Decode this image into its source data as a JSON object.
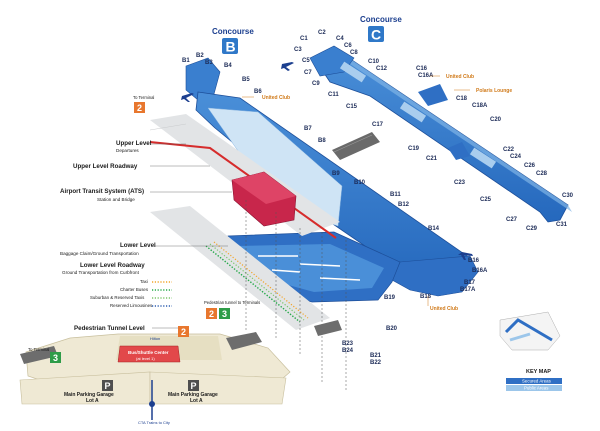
{
  "concourse_b": {
    "title": "Concourse",
    "letter": "B"
  },
  "concourse_c": {
    "title": "Concourse",
    "letter": "C"
  },
  "gates_b": [
    "B1",
    "B2",
    "B3",
    "B4",
    "B5",
    "B6",
    "B7",
    "B8",
    "B9",
    "B10",
    "B11",
    "B12",
    "B14",
    "B16",
    "B16A",
    "B17",
    "B17A",
    "B18",
    "B19",
    "B20",
    "B21",
    "B22",
    "B23",
    "B24"
  ],
  "gates_c": [
    "C1",
    "C2",
    "C3",
    "C4",
    "C5",
    "C6",
    "C7",
    "C8",
    "C9",
    "C10",
    "C11",
    "C12",
    "C15",
    "C16",
    "C16A",
    "C17",
    "C18",
    "C18A",
    "C19",
    "C20",
    "C21",
    "C22",
    "C23",
    "C24",
    "C25",
    "C26",
    "C27",
    "C28",
    "C29",
    "C30",
    "C31"
  ],
  "clubs": {
    "b_united": "United Club",
    "c_united": "United Club",
    "c_polaris": "Polaris Lounge",
    "lower_united": "United Club"
  },
  "left_labels": {
    "to_terminal_top": "To Terminal",
    "terminal_2_top": "2",
    "upper_level": "Upper Level",
    "departures": "Departures",
    "upper_roadway": "Upper Level Roadway",
    "ats": "Airport Transit System (ATS)",
    "ats_sub": "Station and Bridge",
    "lower_level": "Lower Level",
    "lower_sub": "Baggage Claim/Ground Transportation",
    "lower_roadway": "Lower Level Roadway",
    "lower_roadway_sub": "Ground Transportation from Curbfront",
    "pedestrian_tunnel": "Pedestrian Tunnel Level",
    "tunnel_to_terminals": "Pedestrian tunnel to Terminals",
    "tunnel_2": "2",
    "tunnel_3": "3",
    "to_terminal_left": "To Terminal",
    "terminal_3_left": "3",
    "tunnel_right_2": "2"
  },
  "transport_legend": [
    {
      "label": "Taxi",
      "color": "#f2a52a"
    },
    {
      "label": "Charter Buses",
      "color": "#27a94a"
    },
    {
      "label": "Suburban & Reserved Taxis",
      "color": "#7cc56a"
    },
    {
      "label": "Reserved Limousines",
      "color": "#2f5fb0"
    }
  ],
  "tunnel": {
    "bus_shuttle": "Bus/Shuttle Center",
    "bus_shuttle_sub": "(at level 1)",
    "hilton": "Hilton"
  },
  "parking": {
    "left_title": "Main Parking Garage",
    "left_lot": "Lot A",
    "right_title": "Main Parking Garage",
    "right_lot": "Lot A",
    "letter": "P",
    "cta": "CTA Trains to City"
  },
  "key_map": {
    "title": "KEY MAP",
    "secured": "Secured Areas",
    "public": "Public Areas",
    "secured_color": "#2f6fc4",
    "public_color": "#9cc6ea"
  },
  "colors": {
    "concourse_blue": "#2f78c8",
    "concourse_dark": "#1d4f9a",
    "atrium": "#cfe4f5",
    "ats_red": "#c8264b",
    "terminal_orange": "#e8772e",
    "terminal_green": "#2e9c48",
    "tunnel_beige": "#efe9d4"
  }
}
